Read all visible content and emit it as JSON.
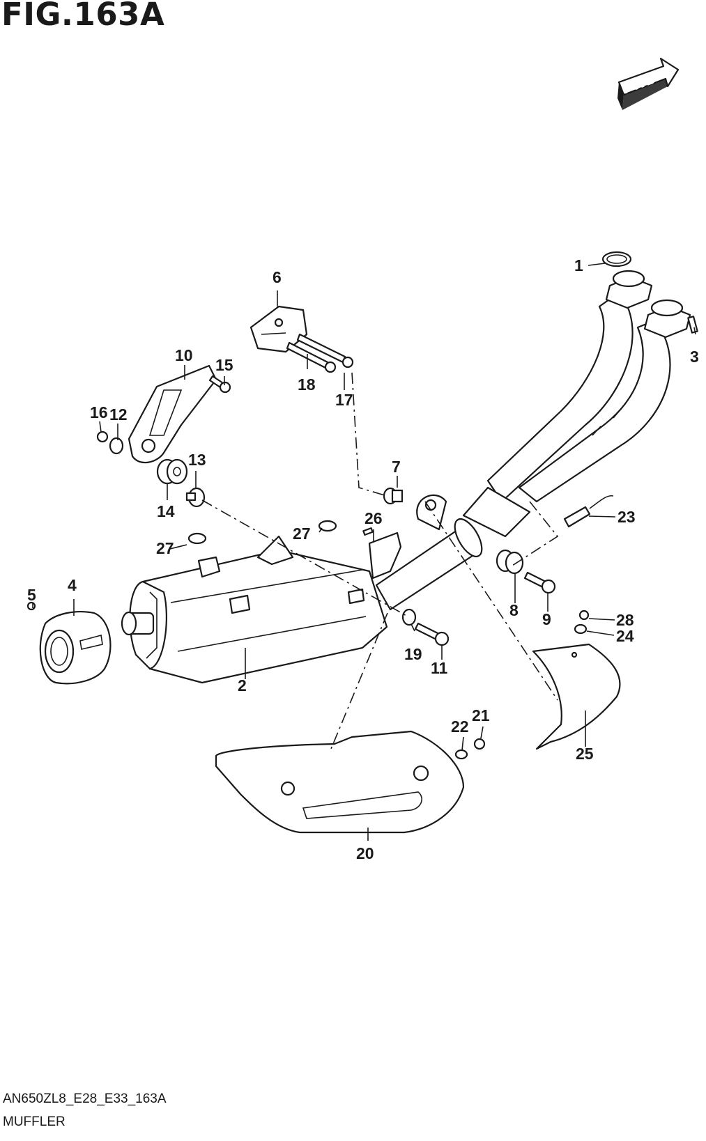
{
  "figure": {
    "title": "FIG.163A",
    "code": "AN650ZL8_E28_E33_163A",
    "name": "MUFFLER",
    "fwd_label": "FWD"
  },
  "callouts": {
    "c1": "1",
    "c2": "2",
    "c3": "3",
    "c4": "4",
    "c5": "5",
    "c6": "6",
    "c7": "7",
    "c8": "8",
    "c9": "9",
    "c10": "10",
    "c11": "11",
    "c12": "12",
    "c13": "13",
    "c14": "14",
    "c15": "15",
    "c16": "16",
    "c17": "17",
    "c18": "18",
    "c19": "19",
    "c20": "20",
    "c21": "21",
    "c22": "22",
    "c23": "23",
    "c24": "24",
    "c25": "25",
    "c26": "26",
    "c27a": "27",
    "c27b": "27",
    "c28": "28"
  }
}
